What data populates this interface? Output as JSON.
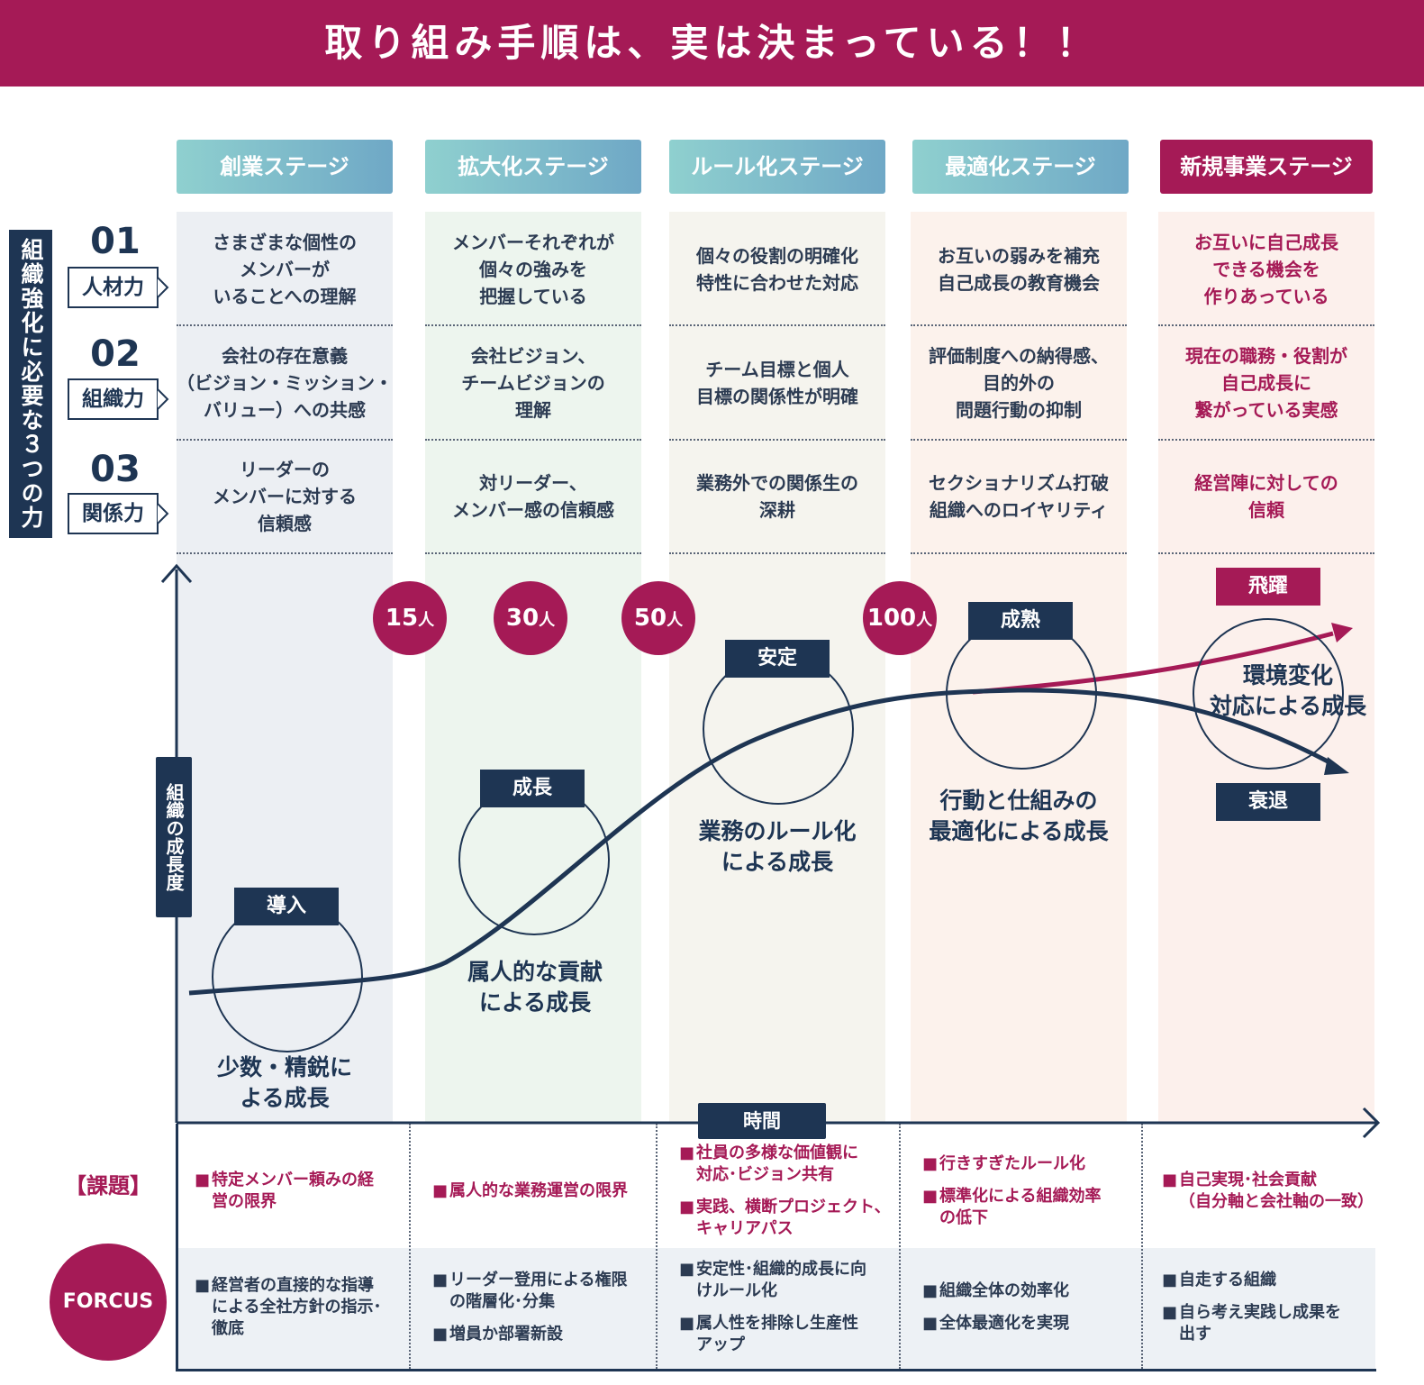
{
  "header": {
    "title": "取り組み手順は、実は決まっている！！"
  },
  "side": {
    "label": "組織強化に必要な３つの力",
    "powers": [
      {
        "num": "01",
        "label": "人材力"
      },
      {
        "num": "02",
        "label": "組織力"
      },
      {
        "num": "03",
        "label": "関係力"
      }
    ]
  },
  "stages": [
    {
      "label": "創業ステージ",
      "rows": [
        "さまざまな個性の\nメンバーが\nいることへの理解",
        "会社の存在意義\n（ビジョン・ミッション・\nバリュー）への共感",
        "リーダーの\nメンバーに対する\n信頼感"
      ]
    },
    {
      "label": "拡大化ステージ",
      "rows": [
        "メンバーそれぞれが\n個々の強みを\n把握している",
        "会社ビジョン、\nチームビジョンの\n理解",
        "対リーダー、\nメンバー感の信頼感"
      ]
    },
    {
      "label": "ルール化ステージ",
      "rows": [
        "個々の役割の明確化\n特性に合わせた対応",
        "チーム目標と個人\n目標の関係性が明確",
        "業務外での関係生の\n深耕"
      ]
    },
    {
      "label": "最適化ステージ",
      "rows": [
        "お互いの弱みを補充\n自己成長の教育機会",
        "評価制度への納得感、\n目的外の\n問題行動の抑制",
        "セクショナリズム打破\n組織へのロイヤリティ"
      ]
    },
    {
      "label": "新規事業ステージ",
      "rows": [
        "お互いに自己成長\nできる機会を\n作りあっている",
        "現在の職務・役割が\n自己成長に\n繋がっている実感",
        "経営陣に対しての\n信頼"
      ]
    }
  ],
  "counts": [
    {
      "num": "15",
      "unit": "人"
    },
    {
      "num": "30",
      "unit": "人"
    },
    {
      "num": "50",
      "unit": "人"
    },
    {
      "num": "100",
      "unit": "人"
    }
  ],
  "phases": {
    "intro": {
      "badge": "導入",
      "text": "少数・精鋭に\nよる成長"
    },
    "growth": {
      "badge": "成長",
      "text": "属人的な貢献\nによる成長"
    },
    "stable": {
      "badge": "安定",
      "text": "業務のルール化\nによる成長"
    },
    "mature": {
      "badge": "成熟",
      "text": "行動と仕組みの\n最適化による成長"
    },
    "leap": {
      "badge": "飛躍",
      "text": "環境変化\n対応による成長"
    },
    "decline": {
      "badge": "衰退"
    }
  },
  "axis": {
    "y_label": "組織の成長度",
    "x_label": "時間"
  },
  "bottom": {
    "issue_label": "【課題】",
    "focus_label": "FORCUS",
    "issues": [
      [
        "特定メンバー頼みの経\n営の限界"
      ],
      [
        "属人的な業務運営の限界"
      ],
      [
        "社員の多様な価値観に\n対応･ビジョン共有",
        "実践、横断プロジェクト、\nキャリアパス"
      ],
      [
        "行きすぎたルール化",
        "標準化による組織効率\nの低下"
      ],
      [
        "自己実現･社会貢献\n（自分軸と会社軸の一致）"
      ]
    ],
    "focus": [
      [
        "経営者の直接的な指導\nによる全社方針の指示･\n徹底"
      ],
      [
        "リーダー登用による権限\nの階層化･分集",
        "増員か部署新設"
      ],
      [
        "安定性･組織的成長に向\nけルール化",
        "属人性を排除し生産性\nアップ"
      ],
      [
        "組織全体の効率化",
        "全体最適化を実現"
      ],
      [
        "自走する組織",
        "自ら考え実践し成果を\n出す"
      ]
    ]
  },
  "colors": {
    "navy": "#1e3553",
    "magenta": "#a51a56",
    "bg_stage1": "#eceff3",
    "bg_stage2": "#edf5ee",
    "bg_stage3": "#f5f4ee",
    "bg_stage4": "#fcf2ec",
    "bg_stage5": "#fcf0ec"
  }
}
